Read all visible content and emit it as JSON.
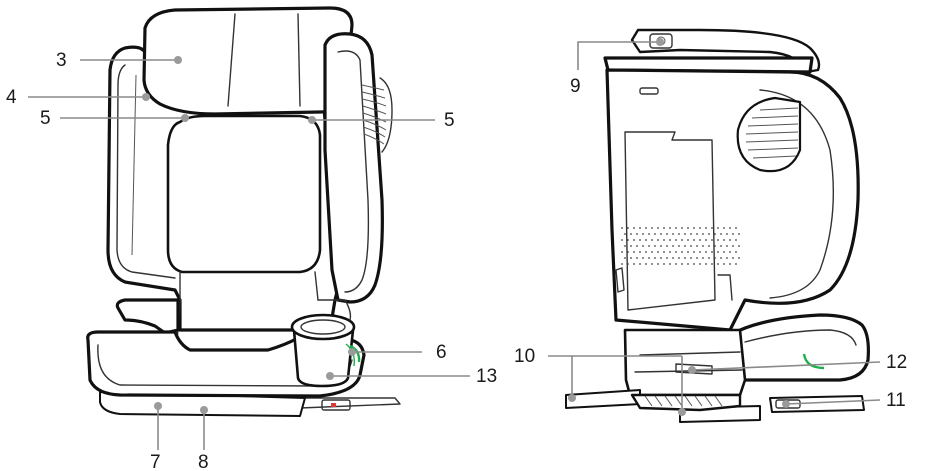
{
  "diagram": {
    "accent_color": "#1db04a",
    "callouts": [
      {
        "id": "c3",
        "label": "3"
      },
      {
        "id": "c4",
        "label": "4"
      },
      {
        "id": "c5a",
        "label": "5"
      },
      {
        "id": "c5b",
        "label": "5"
      },
      {
        "id": "c6",
        "label": "6"
      },
      {
        "id": "c13",
        "label": "13"
      },
      {
        "id": "c7",
        "label": "7"
      },
      {
        "id": "c8",
        "label": "8"
      },
      {
        "id": "c9",
        "label": "9"
      },
      {
        "id": "c10",
        "label": "10"
      },
      {
        "id": "c12",
        "label": "12"
      },
      {
        "id": "c11",
        "label": "11"
      }
    ]
  }
}
